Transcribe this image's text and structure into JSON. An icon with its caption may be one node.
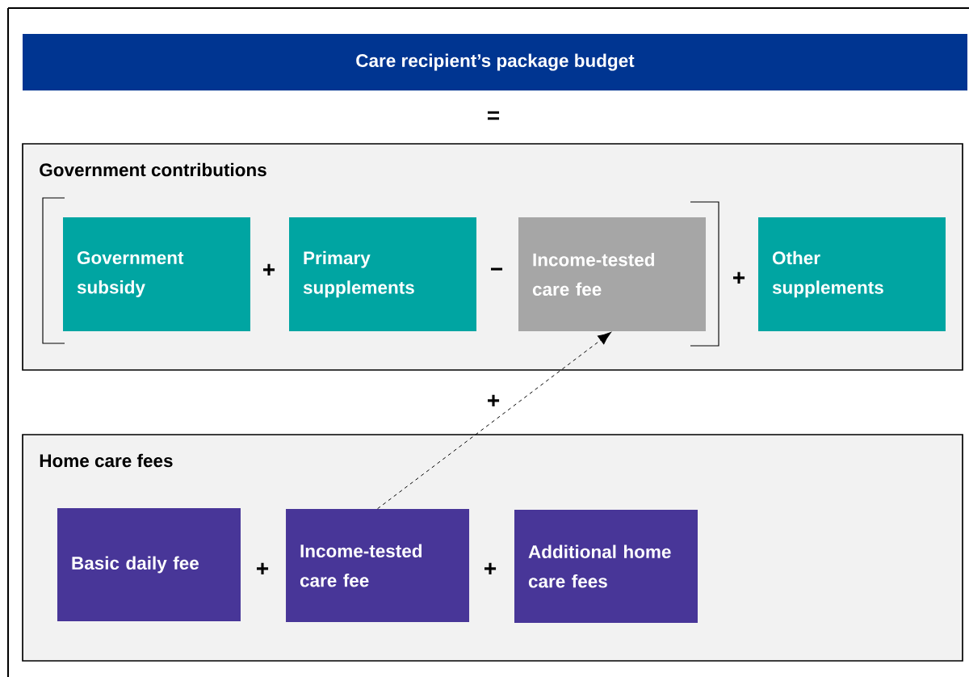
{
  "diagram": {
    "nodes": [
      {
        "text": [
          "Care recipient’s package budget"
        ]
      },
      {
        "text": [
          "Government contributions"
        ]
      },
      {
        "text": [
          "Government subsidy"
        ],
        "in": 1
      },
      {
        "text": [
          "Primary supplements"
        ],
        "in": 1
      },
      {
        "text": [
          "Income-tested care fee"
        ],
        "in": 1
      },
      {
        "text": [
          "Other supplements"
        ],
        "in": 1
      },
      {
        "text": [
          "Home care fees"
        ]
      },
      {
        "text": [
          "Basic daily fee"
        ],
        "in": 6
      },
      {
        "text": [
          "Income-tested care fee"
        ],
        "in": 6
      },
      {
        "text": [
          "Additional home care fees"
        ],
        "in": 6
      }
    ],
    "edges": [
      {
        "from": 8,
        "to": 4,
        "arrow": "to",
        "style": "dashed"
      }
    ],
    "labels": [
      "=",
      "+",
      "−",
      "+",
      "+",
      "+",
      "+"
    ]
  }
}
